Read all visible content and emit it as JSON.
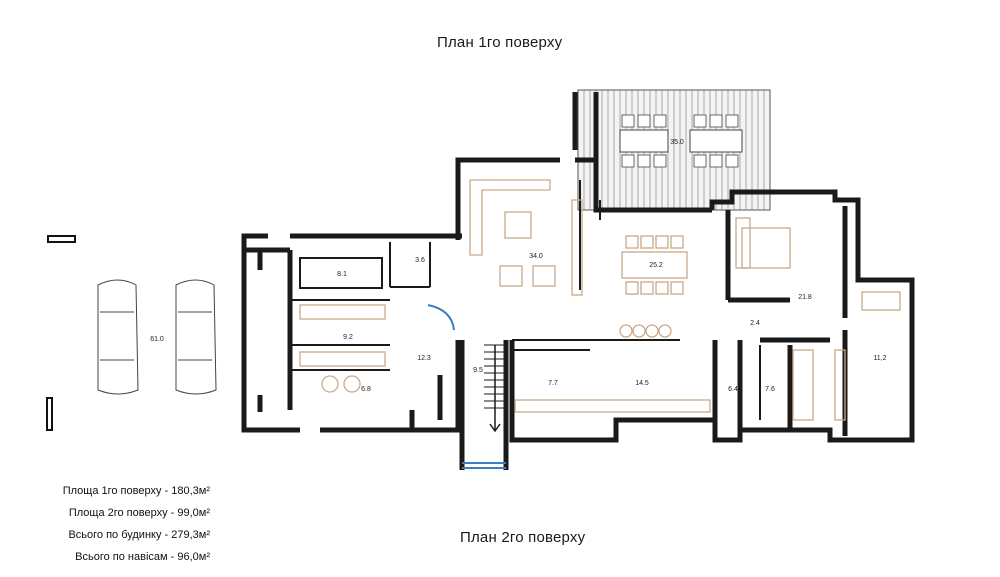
{
  "titles": {
    "floor1": "План 1го поверху",
    "floor2": "План 2го поверху"
  },
  "areas": [
    "Площа 1го поверху - 180,3м²",
    "Площа 2го поверху - 99,0м²",
    "Всього по будинку  - 279,3м²",
    "Всього по навісам  - 96,0м²"
  ],
  "rooms": {
    "terrace": "35.0",
    "living": "34.0",
    "dining": "25.2",
    "bedroom": "21.8",
    "hall_small": "2.4",
    "bath": "11,2",
    "storage_a": "8.1",
    "bath_small": "3.6",
    "wardrobe_a": "9.2",
    "laundry": "6.8",
    "corridor": "12.3",
    "stairs": "9.5",
    "pantry": "7.7",
    "kitchen": "14.5",
    "closet_a": "6.4",
    "closet_b": "7.6",
    "carport": "61.0"
  },
  "colors": {
    "wall": "#1a1a1a",
    "furniture": "#c9a98a",
    "window": "#3a7fc1"
  }
}
